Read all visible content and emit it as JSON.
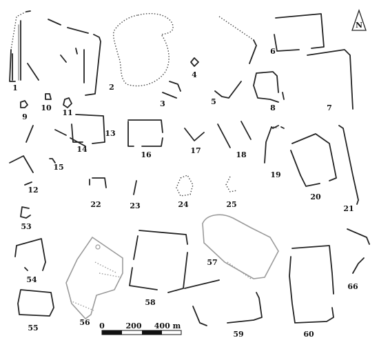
{
  "north": {
    "label": "N"
  },
  "scale": {
    "labels": [
      "0",
      "200",
      "400 m"
    ]
  },
  "features": [
    {
      "id": "1"
    },
    {
      "id": "2"
    },
    {
      "id": "3"
    },
    {
      "id": "4"
    },
    {
      "id": "5"
    },
    {
      "id": "6"
    },
    {
      "id": "7"
    },
    {
      "id": "8"
    },
    {
      "id": "9"
    },
    {
      "id": "10"
    },
    {
      "id": "11"
    },
    {
      "id": "12"
    },
    {
      "id": "13"
    },
    {
      "id": "14"
    },
    {
      "id": "15"
    },
    {
      "id": "16"
    },
    {
      "id": "17"
    },
    {
      "id": "18"
    },
    {
      "id": "19"
    },
    {
      "id": "20"
    },
    {
      "id": "21"
    },
    {
      "id": "22"
    },
    {
      "id": "23"
    },
    {
      "id": "24"
    },
    {
      "id": "25"
    },
    {
      "id": "53"
    },
    {
      "id": "54"
    },
    {
      "id": "55"
    },
    {
      "id": "56"
    },
    {
      "id": "57"
    },
    {
      "id": "58"
    },
    {
      "id": "59"
    },
    {
      "id": "60"
    },
    {
      "id": "66"
    }
  ]
}
